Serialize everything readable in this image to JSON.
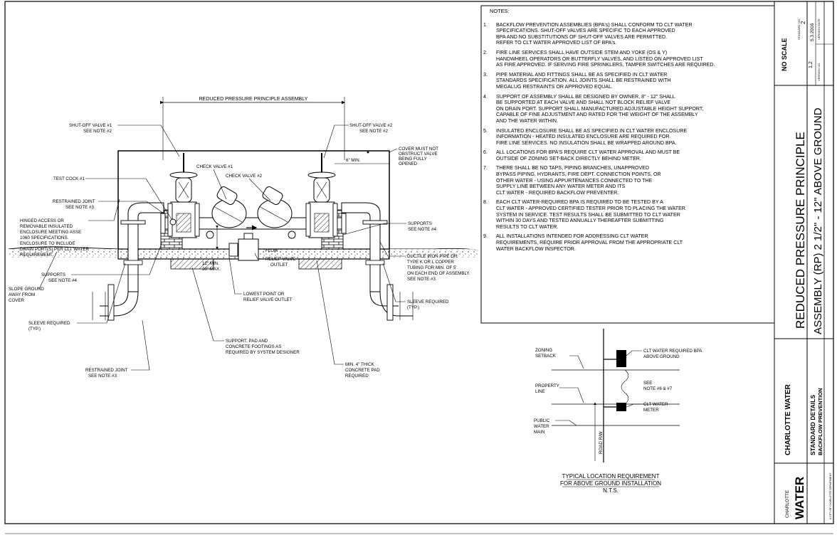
{
  "drawing": {
    "title_assembly": "REDUCED PRESSURE PRINCIPLE ASSEMBLY",
    "labels": {
      "shutoff_valve_1": [
        "SHUT-OFF VALVE #1",
        "SEE NOTE #2"
      ],
      "shutoff_valve_2": [
        "SHUT-OFF VALVE #2",
        "SEE NOTE #2"
      ],
      "cover_must_not": [
        "COVER MUST NOT",
        "OBSTRUCT VALVE",
        "BEING FULLY",
        "OPENED"
      ],
      "six_min": "6\" MIN.",
      "check_valve_1": "CHECK VALVE #1",
      "check_valve_2": "CHECK VALVE #2",
      "test_cock": "TEST COCK #1",
      "restrained_joint_top": [
        "RESTRAINED JOINT",
        "SEE NOTE #3"
      ],
      "hinged_access": [
        "HINGED ACCESS OR",
        "REMOVABLE INSULATED",
        "ENCLOSURE MEETING ASSE",
        "1060 SPECIFICATIONS.",
        "ENCLOSURE TO INCLUDE",
        "DRAIN PORT(S) PER CLT WATER",
        "REQUIREMENT."
      ],
      "supports_right": [
        "SUPPORTS",
        "SEE NOTE #4"
      ],
      "flow": "FLOW",
      "ductile_iron": [
        "DUCTILE IRON PIPE OR",
        "TYPE K OR L COPPER",
        "TUBING FOR MIN. OF 5'",
        "ON EACH END OF ASSEMBLY.",
        "SEE NOTE #3"
      ],
      "supports_left": [
        "SUPPORTS",
        "SEE NOTE #4"
      ],
      "min_max": [
        "12\" MIN.",
        "30\" MAX."
      ],
      "relief_valve": [
        "RELIEF VALVE",
        "OUTLET"
      ],
      "slope_ground": [
        "SLOPE GROUND",
        "AWAY FROM",
        "COVER"
      ],
      "lowest_point": [
        "LOWEST POINT OR",
        "RELIEF VALVE OUTLET"
      ],
      "sleeve_left": [
        "SLEEVE REQUIRED",
        "(TYP.)"
      ],
      "sleeve_right": [
        "SLEEVE REQUIRED",
        "(TYP.)"
      ],
      "support_pad": [
        "SUPPORT, PAD AND",
        "CONCRETE FOOTINGS AS",
        "REQUIRED BY SYSTEM DESIGNER"
      ],
      "min_4_thick": [
        "MIN. 4\" THICK",
        "CONCRETE PAD",
        "REQUIRED"
      ],
      "restrained_joint_bottom": [
        "RESTRAINED JOINT",
        "SEE NOTE #3"
      ]
    }
  },
  "notes": {
    "header": "NOTES:",
    "items": [
      {
        "num": "1.",
        "lines": [
          "BACKFLOW PREVENTION ASSEMBLIES (BPA's) SHALL CONFORM TO CLT WATER",
          "SPECIFICATIONS.  SHUT-OFF VALVES ARE SPECIFIC TO EACH APPROVED",
          "BPA AND NO SUBSTITUTIONS OF SHUT-OFF VALVES ARE PERMITTED.",
          "REFER TO CLT WATER APPROVED LIST OF BPA's."
        ]
      },
      {
        "num": "2.",
        "lines": [
          "FIRE LINE SERVICES SHALL HAVE OUTSIDE STEM AND YOKE (OS & Y)",
          "HANDWHEEL OPERATORS OR BUTTERFLY VALVES, AND LISTED ON APPROVED LIST",
          "AS FIRE APPROVED. IF SERVING FIRE SPRINKLERS, TAMPER SWITCHES ARE REQUIRED."
        ]
      },
      {
        "num": "3.",
        "lines": [
          "PIPE MATERIAL AND FITTINGS SHALL BE AS SPECIFIED IN CLT WATER",
          "STANDARDS SPECIFICATION.  ALL JOINTS SHALL BE RESTRAINED WITH",
          "MEGALUG RESTRAINTS OR APPROVED EQUAL."
        ]
      },
      {
        "num": "4.",
        "lines": [
          "SUPPORT OF ASSEMBLY SHALL BE DESIGNED BY OWNER, 8\" - 12\" SHALL",
          "BE SUPPORTED AT EACH VALVE AND SHALL NOT BLOCK RELIEF VALVE",
          "ON DRAIN PORT.  SUPPORT SHALL MANUFACTURED ADJUSTABLE HEIGHT SUPPORT,",
          "CAPABLE OF FINE ADJUSTMENT AND RATED FOR THE WEIGHT OF THE ASSEMBLY",
          "AND THE WATER WITHIN."
        ]
      },
      {
        "num": "5.",
        "lines": [
          "INSULATED ENCLOSURE SHALL BE AS SPECIFIED IN CLT WATER ENCLOSURE",
          "INFORMATION - HEATED INSULATED ENCLOSURE ARE REQUIRED FOR",
          "FIRE LINE SERVICES.  NO INSULATION SHALL BE WRAPPED AROUND BPA."
        ]
      },
      {
        "num": "6.",
        "lines": [
          "ALL LOCATIONS FOR BPA'S REQUIRE CLT WATER APPROVAL AND MUST BE",
          "OUTSIDE OF ZONING SET-BACK DIRECTLY BEHIND METER."
        ]
      },
      {
        "num": "7.",
        "lines": [
          "THERE SHALL BE NO TAPS, PIPING BRANCHES, UNAPPROVED",
          "BYPASS PIPING, HYDRANTS, FIRE DEPT. CONNECTION POINTS, OR",
          "OTHER WATER - USING APPURTENANCES CONNECTED TO THE",
          "SUPPLY LINE BETWEEN ANY WATER METER AND ITS",
          "CLT WATER - REQUIRED BACKFLOW PREVENTER."
        ]
      },
      {
        "num": "8.",
        "lines": [
          "EACH CLT WATER-REQUIRED BPA IS REQUIRED TO BE TESTED BY A",
          "CLT WATER - APPROVED CERTIFIED TESTER PRIOR TO PLACING THE WATER",
          "SYSTEM IN SERVICE. TEST RESULTS SHALL BE SUBMITTED TO CLT WATER",
          "WITHIN 30 DAYS AND TESTED ANNUALLY THEREAFTER SUBMITTING",
          "RESULTS TO CLT WATER."
        ]
      },
      {
        "num": "9.",
        "lines": [
          "ALL INSTALLATIONS INTENDED FOR ADDRESSING CLT WATER",
          "REQUIREMENTS, REQUIRE PRIOR APPROVAL FROM THE APPROPRIATE CLT",
          "WATER BACKFLOW INSPECTOR."
        ]
      }
    ]
  },
  "location_plan": {
    "zoning_setback": [
      "ZONING",
      "SETBACK"
    ],
    "property_line": [
      "PROPERTY",
      "LINE"
    ],
    "public_water_main": [
      "PUBLIC",
      "WATER",
      "MAIN"
    ],
    "road_rw": "ROAD R/W",
    "bpa_above_ground": [
      "CLT WATER REQUIRED BPA",
      "ABOVE GROUND"
    ],
    "see_note": [
      "SEE",
      "NOTE #6 & #7"
    ],
    "clt_water_meter": [
      "CLT WATER",
      "METER"
    ],
    "caption_1": "TYPICAL LOCATION REQUIREMENT",
    "caption_2": "FOR ABOVE GROUND INSTALLATION",
    "caption_3": "N.T.S."
  },
  "title_block": {
    "no_scale": "NO SCALE",
    "standard_no_label": "STANDARD NO.",
    "standard_no": "2",
    "version_no_label": "VERSION NO.",
    "version_no": "1.2",
    "version_date_label": "VERSION DATE",
    "version_date": "5.3.2016",
    "title_line_1": "REDUCED PRESSURE PRINCIPLE",
    "title_line_2": "ASSEMBLY (RP) 2 1/2\" - 12\" ABOVE GROUND",
    "org_name": "CHARLOTTE  WATER",
    "standard_details": "STANDARD DETAILS",
    "section": "BACKFLOW PREVENTION",
    "logo_top": "CHARLOTTE",
    "logo_main": "WATER",
    "dept": "A CITY OF CHARLOTTE DEPARTMENT"
  }
}
